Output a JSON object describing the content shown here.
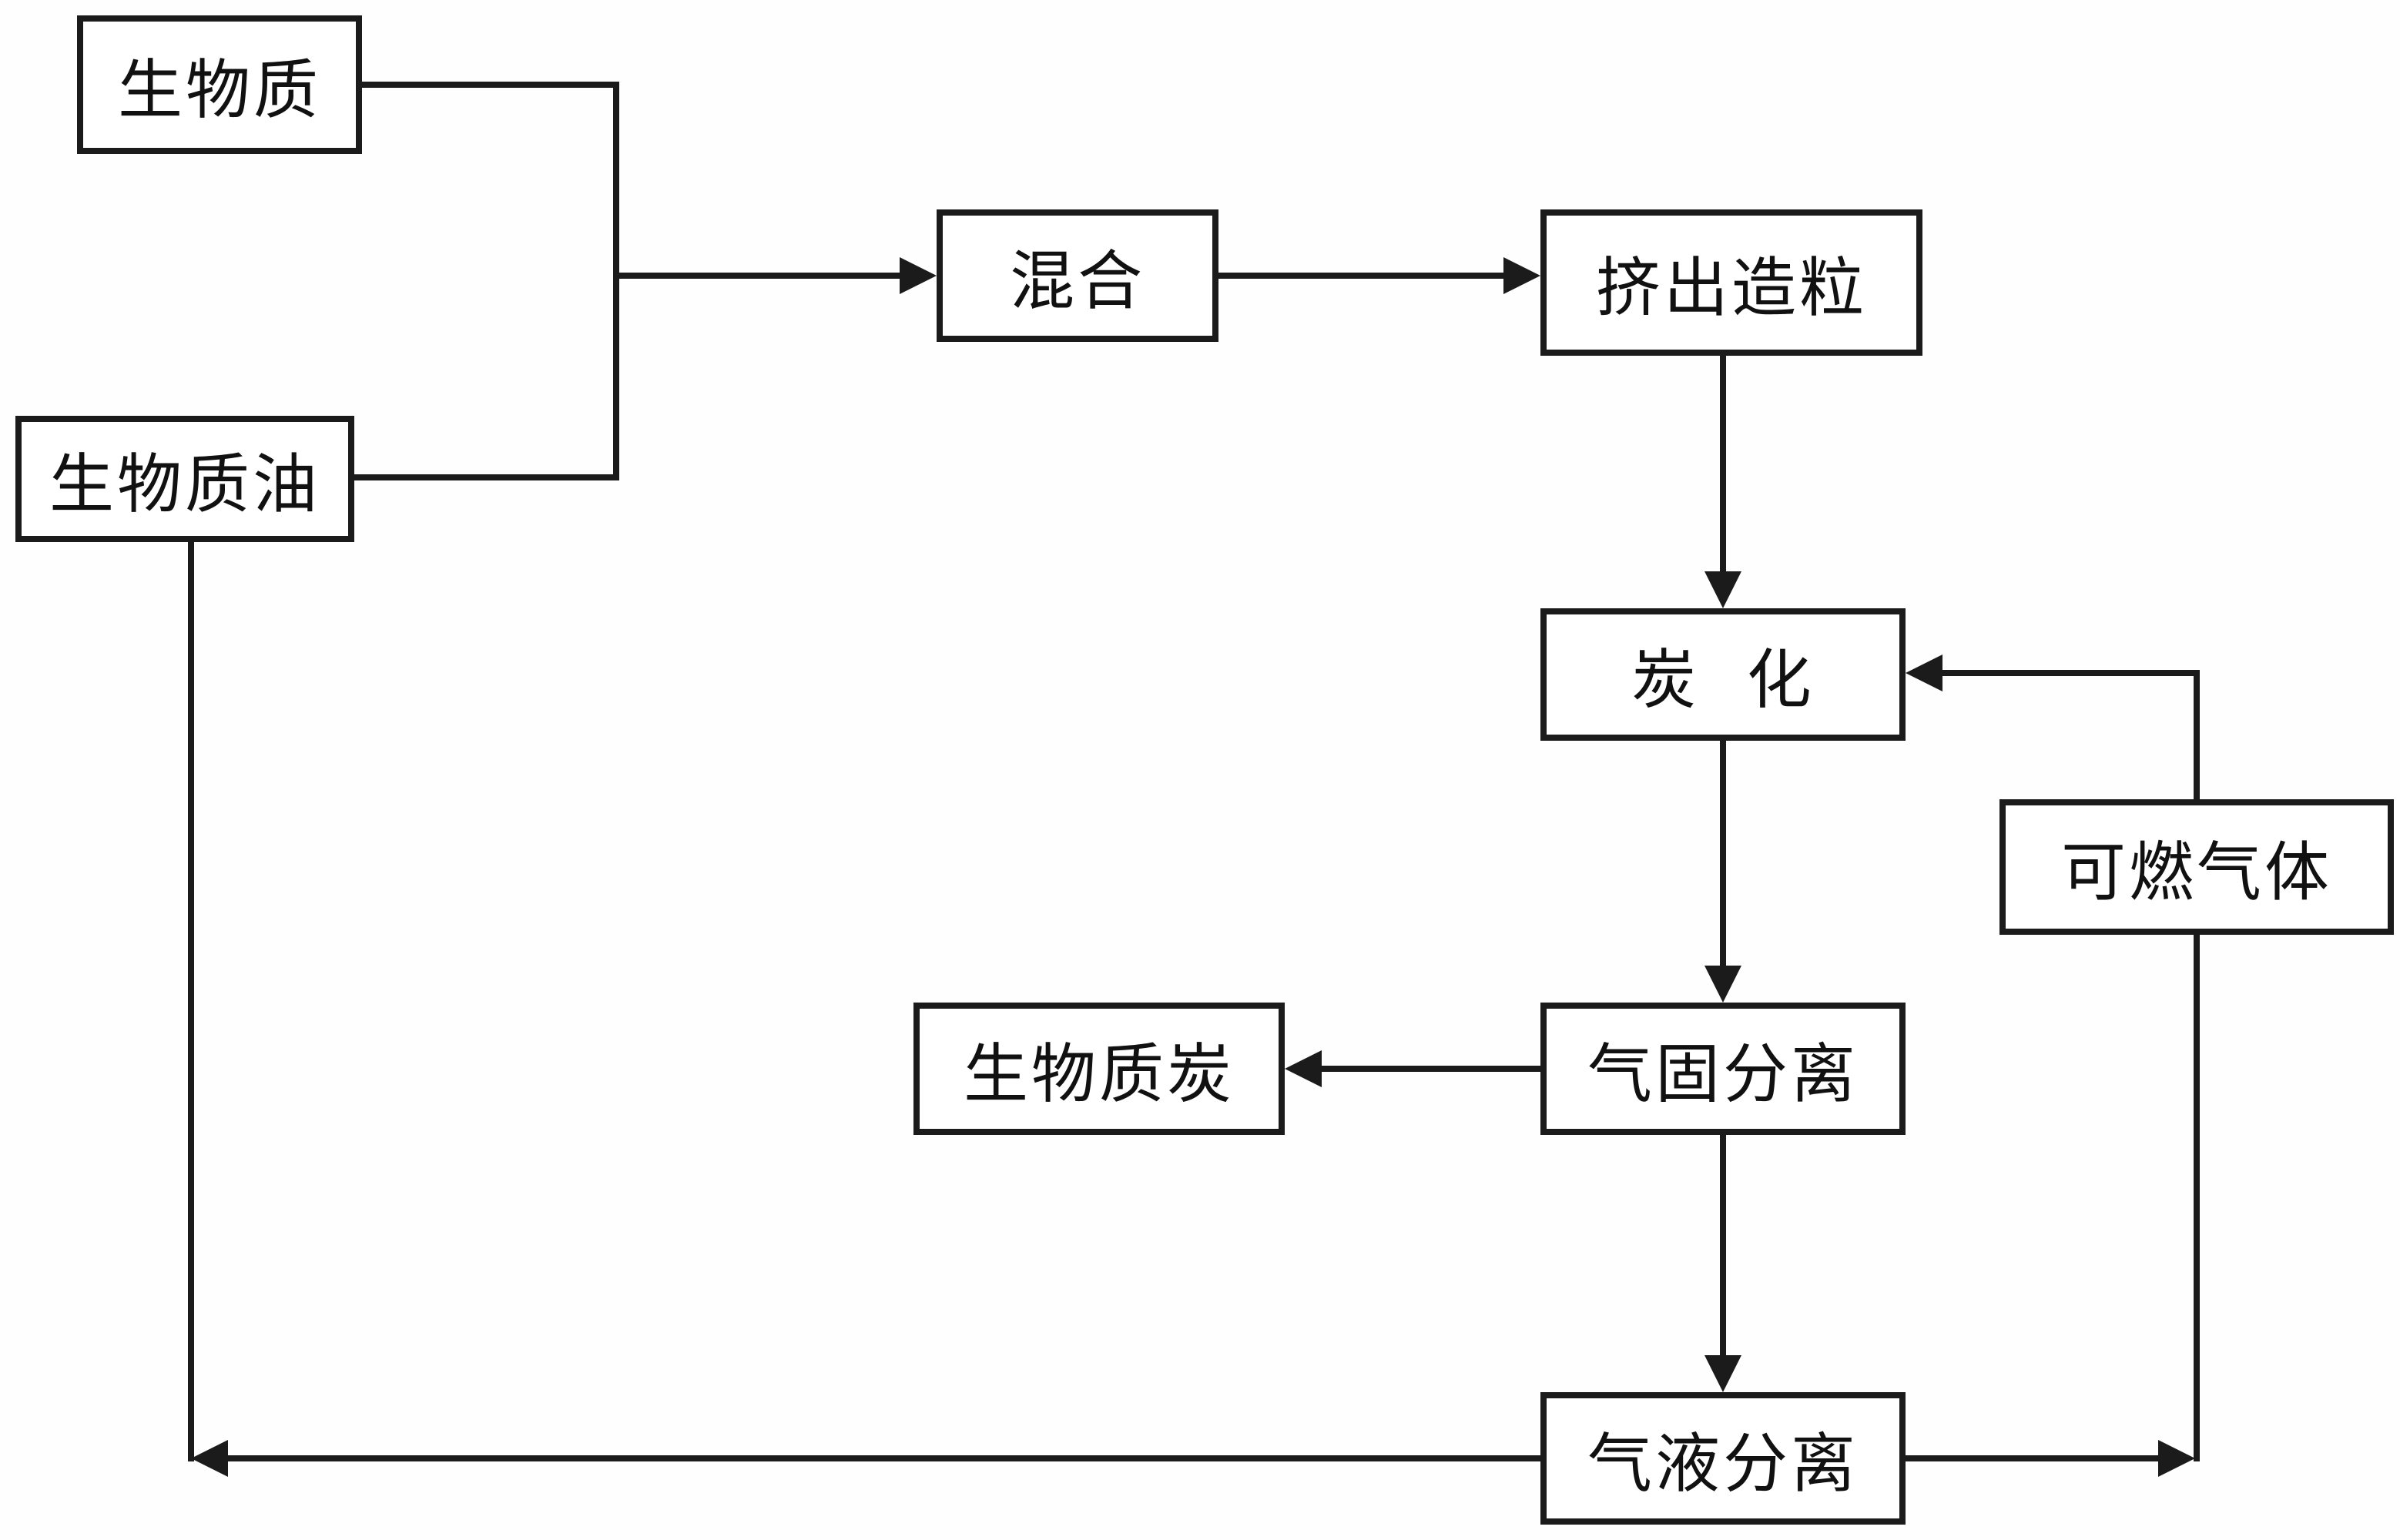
{
  "diagram": {
    "title": "biomass-carbonization-process-flowchart",
    "background_color": "#fefefe",
    "line_color": "#1b1b1b",
    "text_color": "#111111",
    "nodes": [
      {
        "id": "biomass",
        "label": "生物质"
      },
      {
        "id": "biomass-oil",
        "label": "生物质油"
      },
      {
        "id": "mixing",
        "label": "混合"
      },
      {
        "id": "extrusion-granulation",
        "label": "挤出造粒"
      },
      {
        "id": "carbonization",
        "label": "炭  化"
      },
      {
        "id": "combustible-gas",
        "label": "可燃气体"
      },
      {
        "id": "gas-solid-separation",
        "label": "气固分离"
      },
      {
        "id": "biomass-char",
        "label": "生物质炭"
      },
      {
        "id": "gas-liquid-separation",
        "label": "气液分离"
      }
    ],
    "edges": [
      {
        "from": "biomass",
        "to": "mixing"
      },
      {
        "from": "biomass-oil",
        "to": "mixing"
      },
      {
        "from": "mixing",
        "to": "extrusion-granulation"
      },
      {
        "from": "extrusion-granulation",
        "to": "carbonization"
      },
      {
        "from": "carbonization",
        "to": "gas-solid-separation"
      },
      {
        "from": "gas-solid-separation",
        "to": "biomass-char"
      },
      {
        "from": "gas-solid-separation",
        "to": "gas-liquid-separation"
      },
      {
        "from": "gas-liquid-separation",
        "to": "biomass-oil"
      },
      {
        "from": "gas-liquid-separation",
        "to": "carbonization",
        "via": "combustible-gas"
      }
    ]
  }
}
